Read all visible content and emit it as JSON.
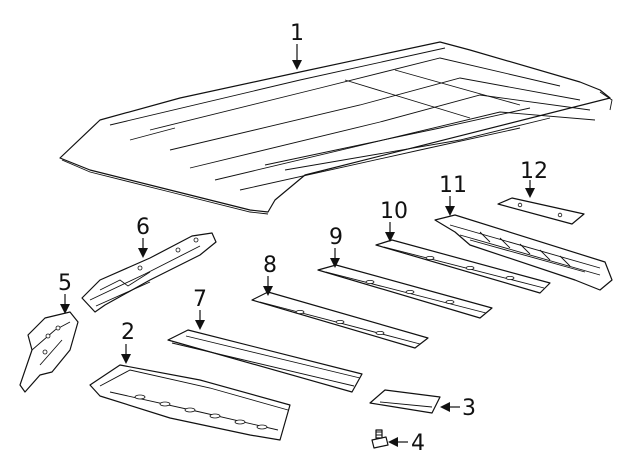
{
  "diagram": {
    "callouts": [
      {
        "id": "part-1",
        "label": "1"
      },
      {
        "id": "part-2",
        "label": "2"
      },
      {
        "id": "part-3",
        "label": "3"
      },
      {
        "id": "part-4",
        "label": "4"
      },
      {
        "id": "part-5",
        "label": "5"
      },
      {
        "id": "part-6",
        "label": "6"
      },
      {
        "id": "part-7",
        "label": "7"
      },
      {
        "id": "part-8",
        "label": "8"
      },
      {
        "id": "part-9",
        "label": "9"
      },
      {
        "id": "part-10",
        "label": "10"
      },
      {
        "id": "part-11",
        "label": "11"
      },
      {
        "id": "part-12",
        "label": "12"
      }
    ]
  }
}
